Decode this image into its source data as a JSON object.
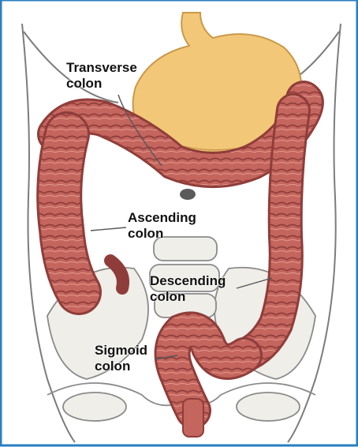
{
  "labels": {
    "transverse": "Transverse\ncolon",
    "ascending": "Ascending\ncolon",
    "descending": "Descending\ncolon",
    "sigmoid": "Sigmoid\ncolon"
  },
  "colors": {
    "frame": "#2a7fc0",
    "stomach": "#f2c777",
    "stomach_edge": "#c99a4a",
    "colon": "#c4655e",
    "colon_dark": "#8f3d3a",
    "colon_light": "#e49a8c",
    "outline": "#7c7c7c",
    "bone": "#efeee9"
  }
}
